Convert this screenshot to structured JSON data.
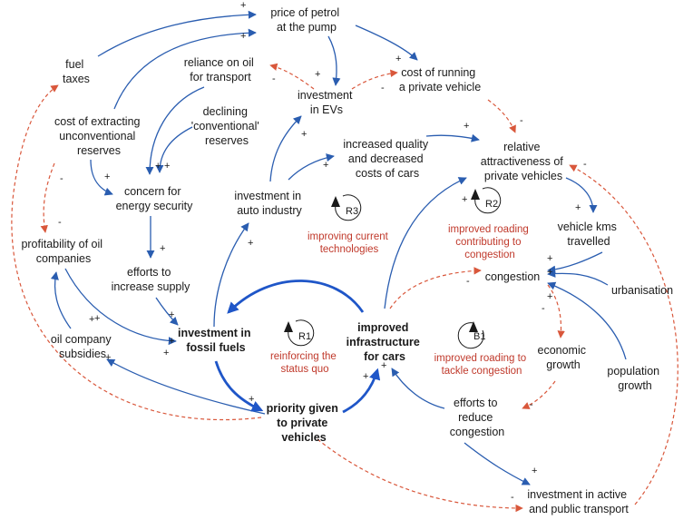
{
  "nodes": {
    "price_petrol": [
      "price of petrol",
      "at the pump"
    ],
    "fuel_taxes": [
      "fuel",
      "taxes"
    ],
    "reliance_oil": [
      "reliance on oil",
      "for transport"
    ],
    "investment_evs": [
      "investment",
      "in EVs"
    ],
    "cost_running": [
      "cost of running",
      "a private vehicle"
    ],
    "cost_extracting": [
      "cost of extracting",
      "unconventional",
      "reserves"
    ],
    "declining_reserves": [
      "declining",
      "'conventional'",
      "reserves"
    ],
    "increased_quality": [
      "increased quality",
      "and decreased",
      "costs of cars"
    ],
    "relative_attract": [
      "relative",
      "attractiveness of",
      "private vehicles"
    ],
    "concern_energy": [
      "concern for",
      "energy security"
    ],
    "investment_auto": [
      "investment in",
      "auto industry"
    ],
    "vehicle_kms": [
      "vehicle kms",
      "travelled"
    ],
    "profitability_oil": [
      "profitability of oil",
      "companies"
    ],
    "efforts_supply": [
      "efforts to",
      "increase supply"
    ],
    "congestion": [
      "congestion"
    ],
    "urbanisation": [
      "urbanisation"
    ],
    "oil_subsidies": [
      "oil company",
      "subsidies"
    ],
    "investment_fossil": [
      "investment in",
      "fossil fuels"
    ],
    "improved_infra": [
      "improved",
      "infrastructure",
      "for cars"
    ],
    "economic_growth": [
      "economic",
      "growth"
    ],
    "population_growth": [
      "population",
      "growth"
    ],
    "priority_private": [
      "priority given",
      "to private",
      "vehicles"
    ],
    "efforts_congestion": [
      "efforts to",
      "reduce",
      "congestion"
    ],
    "investment_active": [
      "investment in active",
      "and public transport"
    ]
  },
  "loops": {
    "r1": {
      "id": "R1",
      "label": [
        "reinforcing the",
        "status quo"
      ]
    },
    "r2": {
      "id": "R2",
      "label": [
        "improved roading",
        "contributing to",
        "congestion"
      ]
    },
    "r3": {
      "id": "R3",
      "label": [
        "improving current",
        "technologies"
      ]
    },
    "b1": {
      "id": "B1",
      "label": [
        "improved roading to",
        "tackle congestion"
      ]
    }
  },
  "links": [
    {
      "from": "fuel_taxes",
      "to": "price_petrol",
      "polarity": "+",
      "style": "solid"
    },
    {
      "from": "cost_extracting",
      "to": "price_petrol",
      "polarity": "+",
      "style": "solid"
    },
    {
      "from": "price_petrol",
      "to": "investment_evs",
      "polarity": "+",
      "style": "solid"
    },
    {
      "from": "price_petrol",
      "to": "cost_running",
      "polarity": "+",
      "style": "solid"
    },
    {
      "from": "investment_evs",
      "to": "reliance_oil",
      "polarity": "-",
      "style": "dashed"
    },
    {
      "from": "investment_evs",
      "to": "cost_running",
      "polarity": "-",
      "style": "dashed"
    },
    {
      "from": "cost_running",
      "to": "relative_attract",
      "polarity": "-",
      "style": "dashed"
    },
    {
      "from": "reliance_oil",
      "to": "concern_energy",
      "polarity": "+",
      "style": "solid"
    },
    {
      "from": "declining_reserves",
      "to": "concern_energy",
      "polarity": "+",
      "style": "solid"
    },
    {
      "from": "cost_extracting",
      "to": "concern_energy",
      "polarity": "+",
      "style": "solid"
    },
    {
      "from": "concern_energy",
      "to": "efforts_supply",
      "polarity": "+",
      "style": "solid"
    },
    {
      "from": "efforts_supply",
      "to": "investment_fossil",
      "polarity": "+",
      "style": "solid"
    },
    {
      "from": "profitability_oil",
      "to": "investment_fossil",
      "polarity": "+",
      "style": "solid"
    },
    {
      "from": "oil_subsidies",
      "to": "profitability_oil",
      "polarity": "+",
      "style": "solid"
    },
    {
      "from": "cost_extracting",
      "to": "profitability_oil",
      "polarity": "-",
      "style": "dashed"
    },
    {
      "from": "priority_private",
      "to": "fuel_taxes",
      "polarity": "-",
      "style": "dashed"
    },
    {
      "from": "priority_private",
      "to": "oil_subsidies",
      "polarity": "+",
      "style": "solid"
    },
    {
      "from": "investment_fossil",
      "to": "investment_auto",
      "polarity": "+",
      "style": "solid"
    },
    {
      "from": "investment_auto",
      "to": "investment_evs",
      "polarity": "+",
      "style": "solid"
    },
    {
      "from": "investment_auto",
      "to": "increased_quality",
      "polarity": "+",
      "style": "solid"
    },
    {
      "from": "increased_quality",
      "to": "relative_attract",
      "polarity": "+",
      "style": "solid"
    },
    {
      "from": "improved_infra",
      "to": "relative_attract",
      "polarity": "+",
      "style": "solid"
    },
    {
      "from": "relative_attract",
      "to": "vehicle_kms",
      "polarity": "+",
      "style": "solid"
    },
    {
      "from": "vehicle_kms",
      "to": "congestion",
      "polarity": "+",
      "style": "solid"
    },
    {
      "from": "urbanisation",
      "to": "congestion",
      "polarity": "+",
      "style": "solid"
    },
    {
      "from": "population_growth",
      "to": "congestion",
      "polarity": "+",
      "style": "solid"
    },
    {
      "from": "congestion",
      "to": "economic_growth",
      "polarity": "-",
      "style": "dashed"
    },
    {
      "from": "economic_growth",
      "to": "efforts_congestion",
      "polarity": "-",
      "style": "dashed"
    },
    {
      "from": "improved_infra",
      "to": "congestion",
      "polarity": "-",
      "style": "dashed"
    },
    {
      "from": "efforts_congestion",
      "to": "improved_infra",
      "polarity": "+",
      "style": "solid"
    },
    {
      "from": "efforts_congestion",
      "to": "investment_active",
      "polarity": "+",
      "style": "solid"
    },
    {
      "from": "priority_private",
      "to": "investment_active",
      "polarity": "-",
      "style": "dashed"
    },
    {
      "from": "investment_active",
      "to": "relative_attract",
      "polarity": "-",
      "style": "dashed"
    },
    {
      "from": "investment_fossil",
      "to": "priority_private",
      "polarity": "+",
      "style": "bold"
    },
    {
      "from": "priority_private",
      "to": "improved_infra",
      "polarity": "+",
      "style": "bold"
    },
    {
      "from": "improved_infra",
      "to": "investment_fossil",
      "polarity": "+",
      "style": "bold"
    }
  ],
  "colors": {
    "link_positive": "#2a5db0",
    "link_negative": "#d9573b",
    "loop_label": "#c0392b",
    "text": "#1a1a1a"
  }
}
